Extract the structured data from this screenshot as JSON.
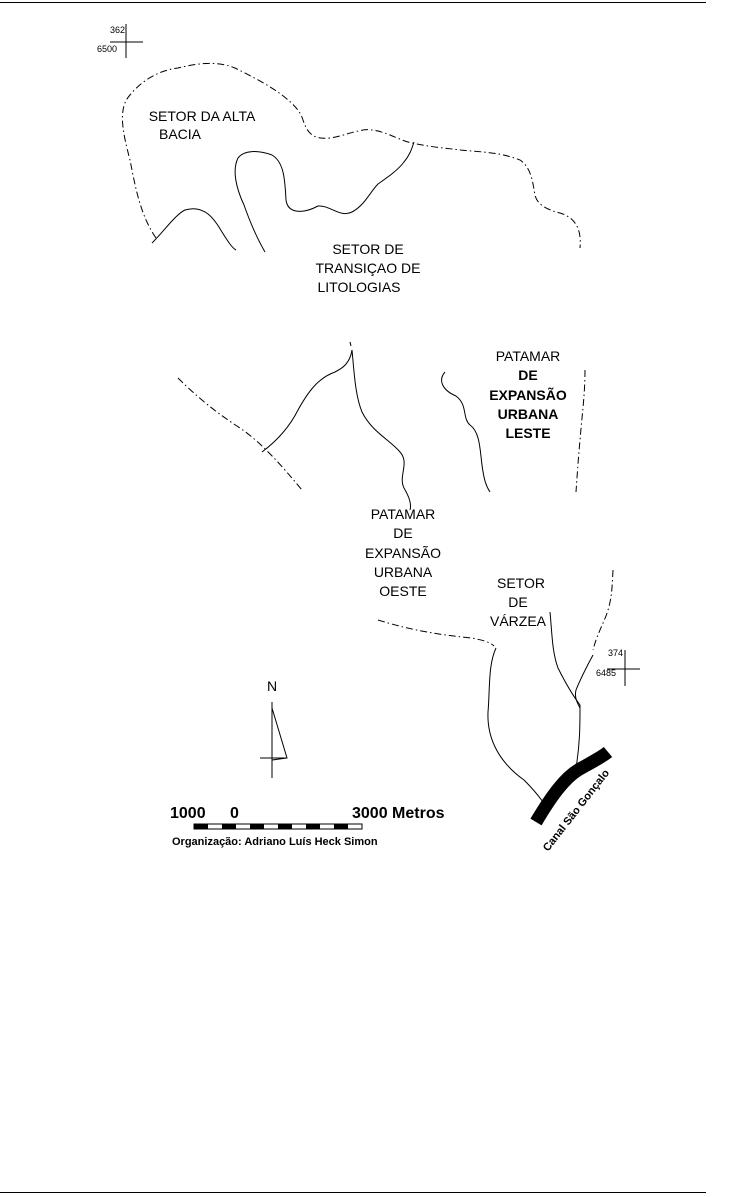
{
  "map": {
    "sectors": [
      {
        "id": "alta-bacia",
        "lines": [
          "SETOR DA ALTA",
          "BACIA"
        ]
      },
      {
        "id": "transicao",
        "lines": [
          "SETOR DE",
          "TRANSIÇAO DE",
          "LITOLOGIAS"
        ]
      },
      {
        "id": "expansao-leste",
        "lines": [
          "PATAMAR",
          "DE",
          "EXPANSÃO",
          "URBANA",
          "LESTE"
        ]
      },
      {
        "id": "expansao-oeste",
        "lines": [
          "PATAMAR",
          "DE",
          "EXPANSÃO",
          "URBANA",
          "OESTE"
        ]
      },
      {
        "id": "varzea",
        "lines": [
          "SETOR",
          "DE",
          "VÁRZEA"
        ]
      }
    ],
    "coordinate_ticks": [
      {
        "id": "nw",
        "easting": "362",
        "northing": "6500"
      },
      {
        "id": "se",
        "easting": "374",
        "northing": "6485"
      }
    ],
    "canal_label": "Canal São Gonçalo",
    "north_label": "N",
    "scale": {
      "left_label": "1000",
      "zero_label": "0",
      "right_label": "3000 Metros"
    },
    "credit": "Organização: Adriano Luís Heck Simon"
  }
}
